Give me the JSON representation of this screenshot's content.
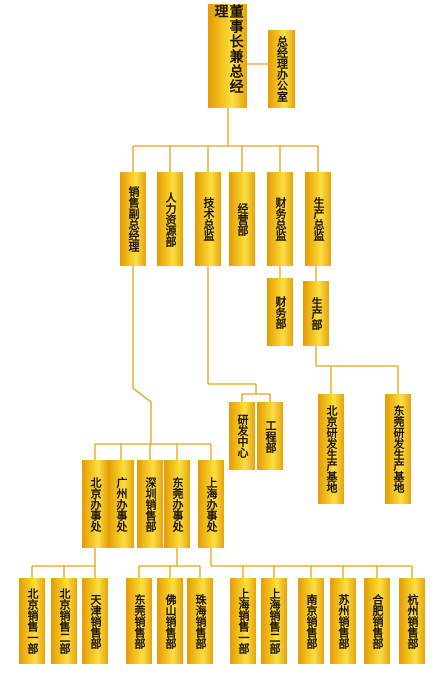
{
  "org_chart": {
    "line_color": "#e8a010",
    "box_gradient": [
      "#e39a06",
      "#f7cf2a",
      "#fadf46",
      "#e8a20a"
    ],
    "nodes": {
      "chairman": "董事长兼总经理",
      "gm_office": "总经理办公室",
      "sales_vp": "销售副总经理",
      "hr": "人力资源部",
      "tech_director": "技术总监",
      "business": "经营部",
      "finance_director": "财务总监",
      "production_director": "生产总监",
      "finance_dept": "财务部",
      "production_dept": "生产部",
      "rd_center": "研发中心",
      "engineering": "工程部",
      "bj_rd_base": "北京研发生产基地",
      "dg_rd_base": "东莞研发生产基地",
      "bj_office": "北京办事处",
      "gz_office": "广州办事处",
      "sz_sales": "深圳销售部",
      "dg_office": "东莞办事处",
      "sh_office": "上海办事处",
      "bj_sales1": "北京销售一部",
      "bj_sales2": "北京销售二部",
      "tj_sales": "天津销售部",
      "dg_sales": "东莞销售部",
      "fs_sales": "佛山销售部",
      "zh_sales": "珠海销售部",
      "sh_sales1": "上海销售一部",
      "sh_sales2": "上海销售二部",
      "nj_sales": "南京销售部",
      "su_sales": "苏州销售部",
      "hf_sales": "合肥销售部",
      "hz_sales": "杭州销售部"
    }
  }
}
